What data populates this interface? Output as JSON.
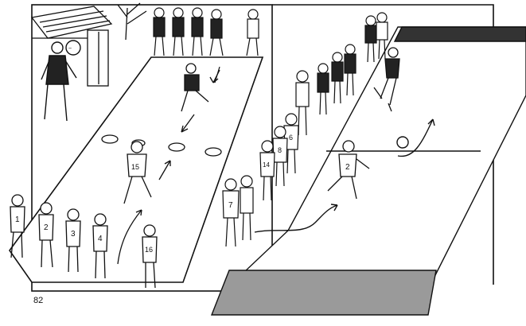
{
  "page": {
    "number": "82"
  },
  "players_left": [
    {
      "number": "1"
    },
    {
      "number": "2"
    },
    {
      "number": "3"
    },
    {
      "number": "4"
    },
    {
      "number": "16"
    }
  ],
  "player_middle": {
    "number": "15"
  },
  "players_right_line": [
    {
      "number": "7"
    },
    {
      "number": "14"
    },
    {
      "number": "8"
    },
    {
      "number": "6"
    }
  ],
  "player_runner_right": {
    "number": "2"
  },
  "colors": {
    "ink": "#111111",
    "paper": "#ffffff",
    "shade": "#9a9a9a",
    "dark_bar": "#333333"
  }
}
